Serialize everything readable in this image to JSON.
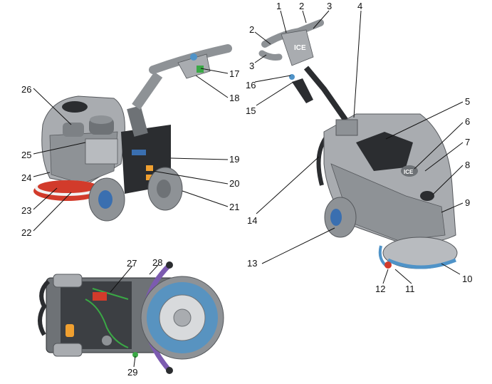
{
  "callouts": {
    "c1": "1",
    "c2a": "2",
    "c2b": "2",
    "c3a": "3",
    "c3b": "3",
    "c4": "4",
    "c5": "5",
    "c6": "6",
    "c7": "7",
    "c8": "8",
    "c9": "9",
    "c10": "10",
    "c11": "11",
    "c12": "12",
    "c13": "13",
    "c14": "14",
    "c15": "15",
    "c16": "16",
    "c17": "17",
    "c18": "18",
    "c19": "19",
    "c20": "20",
    "c21": "21",
    "c22": "22",
    "c23": "23",
    "c24": "24",
    "c25": "25",
    "c26": "26",
    "c27": "27",
    "c28": "28",
    "c29": "29"
  },
  "logo_text": "ICE",
  "colors": {
    "body": "#a9acb0",
    "body_dark": "#6e7276",
    "dark": "#2b2d30",
    "wheel_blue": "#3a6fb0",
    "brush_blue": "#4f93c8",
    "accent_red": "#d23b2b",
    "accent_orange": "#f0a030",
    "hose_green": "#3aa845"
  }
}
